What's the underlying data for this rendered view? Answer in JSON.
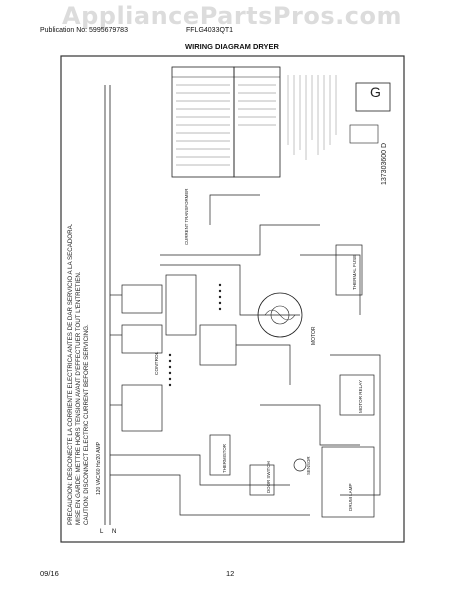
{
  "watermark": "AppliancePartsPros.com",
  "header": {
    "publication": "Publication No: 5995679783",
    "model": "FFLG4033QT1"
  },
  "title": "WIRING DIAGRAM DRYER",
  "footer": {
    "date": "09/16",
    "page": "12"
  },
  "diagram": {
    "caution_en": "CAUTION: DISCONNECT ELECTRIC CURRENT BEFORE SERVICING.",
    "caution_fr": "MISE EN GARDE: METTRE HORS TENSION AVANT D'EFFECTUER TOUT L'ENTRETIEN.",
    "caution_es": "PRECAUCION: DESCONECTE LA CORRIENTE ELECTRICA ANTES DE DAR SERVICIO A LA SECADORA.",
    "part_number": "137303600 D",
    "grade_letter": "G",
    "supply": "120 VAC/60 Hz/20 AMP",
    "labels": {
      "motor": "MOTOR",
      "thermal_fuse": "THERMAL FUSE",
      "motor_relay": "MOTOR RELAY",
      "thermistor": "THERMISTOR",
      "door_switch": "DOOR SWITCH",
      "drum_lamp": "DRUM LAMP",
      "lint_sensor": "SENSOR",
      "ct": "CURRENT TRANSFORMER",
      "control": "CONTROL",
      "neutral": "N",
      "line": "L"
    }
  }
}
